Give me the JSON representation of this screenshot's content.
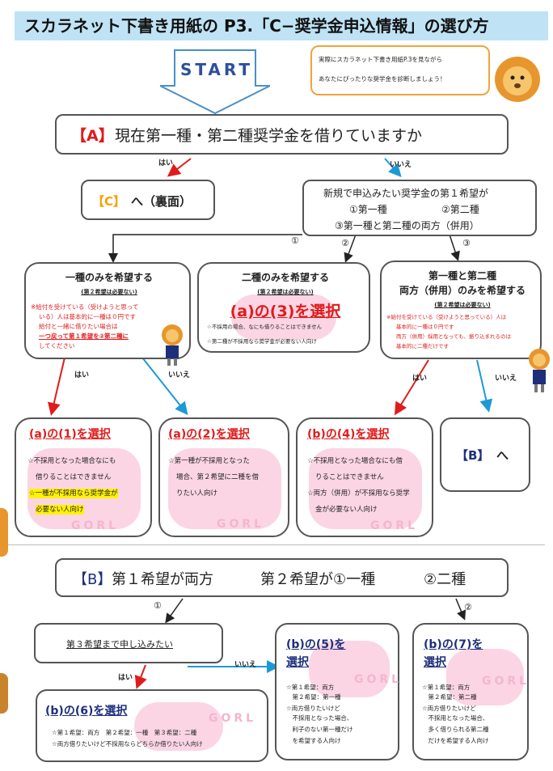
{
  "header": {
    "title": "スカラネット下書き用紙の P3.「C−奨学金申込情報」の選び方",
    "bg": "#bfe3f5"
  },
  "start": {
    "label": "START",
    "speech": [
      "実際にスカラネット下書き用紙P.3を見ながら",
      "あなたにぴったりな奨学金を診断しましょう！"
    ]
  },
  "questionA": {
    "tag": "【A】",
    "text": "現在第一種・第二種奨学金を借りていますか"
  },
  "labels": {
    "yes": "はい",
    "no": "いいえ",
    "c1": "①",
    "c2": "②",
    "c3": "③"
  },
  "goC": {
    "tag": "【C】",
    "text": "へ（裏面）"
  },
  "firstChoice": {
    "l1": "新規で申込みたい奨学金の第１希望が",
    "l1u": "第１希望",
    "l2a": "①第一種",
    "l2b": "②第二種",
    "l3": "③第一種と第二種の両方（併用）"
  },
  "opt1": {
    "title": "一種のみを希望する",
    "sub": "(第２希望は必要ない)",
    "notes": [
      "※給付を受けている（受けようと思って",
      "いる）人は基本的に一種は０円です",
      "給付と一緒に借りたい場合は",
      "一つ戻って第１希望を②第二種に",
      "してください"
    ]
  },
  "opt2": {
    "title": "二種のみを希望する",
    "sub": "(第２希望は必要ない)",
    "select": "(a)の(3)を選択",
    "notes": [
      "☆不採用の場合、なにも借りることはできません",
      "☆第二種が不採用なら奨学金が必要ない人向け"
    ]
  },
  "opt3": {
    "title1": "第一種と第二種",
    "title2": "両方（併用）のみを希望する",
    "sub": "(第２希望は必要ない)",
    "notes": [
      "※給付を受けている（受けようと思っている）人は",
      "基本的に一種は０円です",
      "両方（併用）採用となっても、振り込まれるのは",
      "基本的に二種だけです"
    ]
  },
  "res1": {
    "title": "(a)の(1)を選択",
    "notes": [
      "☆不採用となった場合なにも",
      "借りることはできません",
      "☆一種が不採用なら奨学金が",
      "必要ない人向け"
    ]
  },
  "res2": {
    "title": "(a)の(2)を選択",
    "notes": [
      "☆第一種が不採用となった",
      "場合、第２希望に二種を借",
      "りたい人向け"
    ]
  },
  "res3": {
    "title": "(b)の(4)を選択",
    "notes": [
      "☆不採用となった場合なにも借",
      "りることはできません",
      "☆両方（併用）が不採用なら奨学",
      "金が必要ない人向け"
    ]
  },
  "goB": {
    "tag": "【B】",
    "text": "へ"
  },
  "gorl": "GORL",
  "questionB": {
    "tag": "【B】",
    "t1": "第１希望が両方",
    "t2": "第２希望が①一種",
    "t3": "②二種"
  },
  "third": {
    "text": "第３希望まで申し込みたい",
    "u": "第３希望"
  },
  "res6": {
    "title": "(b)の(6)を選択",
    "notes": [
      "☆第１希望：両方　第２希望：一種　第３希望：二種",
      "☆両方借りたいけど不採用ならどちらか借りたい人向け"
    ]
  },
  "res5": {
    "title1": "(b)の(5)を",
    "title2": "選択",
    "notes": [
      "☆第１希望：両方",
      "　第２希望：第一種",
      "☆両方借りたいけど",
      "　不採用となった場合、",
      "　利子のない第一種だけ",
      "　を希望する人向け"
    ]
  },
  "res7": {
    "title1": "(b)の(7)を",
    "title2": "選択",
    "notes": [
      "☆第１希望：両方",
      "　第２希望：第二種",
      "☆両方借りたいけど",
      "　不採用となった場合、",
      "　多く借りられる第二種",
      "　だけを希望する人向け"
    ]
  }
}
